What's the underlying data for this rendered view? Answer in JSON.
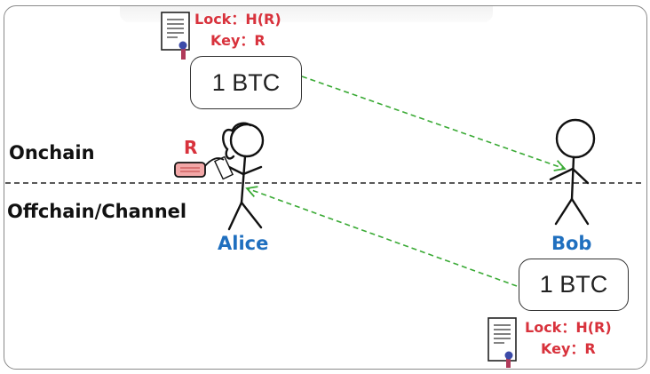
{
  "labels": {
    "onchain": "Onchain",
    "offchain": "Offchain/Channel",
    "alice": "Alice",
    "bob": "Bob",
    "secret": "R"
  },
  "top_contract": {
    "lock": "Lock：H(R)",
    "key": "Key：R",
    "amount": "1 BTC"
  },
  "bottom_contract": {
    "lock": "Lock：H(R)",
    "key": "Key：R",
    "amount": "1 BTC"
  },
  "colors": {
    "name_blue": "#1f6fbf",
    "secret_red": "#d8323c",
    "arrow_green": "#3aaa35",
    "divider": "#222222"
  },
  "icons": [
    "document-icon",
    "stick-figure-alice",
    "stick-figure-bob",
    "key-tag-icon"
  ]
}
